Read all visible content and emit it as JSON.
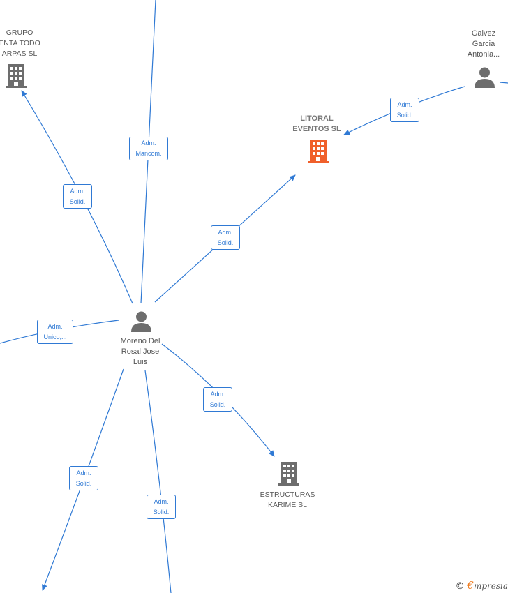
{
  "nodes": {
    "center_person": {
      "label": "Moreno Del\nRosal Jose\nLuis"
    },
    "top_left_company": {
      "label": "GRUPO\nENTA TODO\nARPAS SL"
    },
    "focus_company": {
      "label": "LITORAL\nEVENTOS  SL"
    },
    "top_right_person": {
      "label": "Galvez\nGarcia\nAntonia..."
    },
    "bottom_company": {
      "label": "ESTRUCTURAS\nKARIME SL"
    }
  },
  "relations": [
    {
      "line1": "Adm.",
      "line2": "Mancom."
    },
    {
      "line1": "Adm.",
      "line2": "Solid."
    },
    {
      "line1": "Adm.",
      "line2": "Solid."
    },
    {
      "line1": "Adm.",
      "line2": "Solid."
    },
    {
      "line1": "Adm.",
      "line2": "Unico,..."
    },
    {
      "line1": "Adm.",
      "line2": "Solid."
    },
    {
      "line1": "Adm.",
      "line2": "Solid."
    },
    {
      "line1": "Adm.",
      "line2": "Solid."
    }
  ],
  "colors": {
    "edge": "#2f79d4",
    "company_icon": "#6d6d6d",
    "focus_icon": "#f0602b",
    "person_icon": "#6d6d6d"
  },
  "watermark": {
    "copyright": "©",
    "brand_initial": "€",
    "brand_rest": "mpresia"
  }
}
